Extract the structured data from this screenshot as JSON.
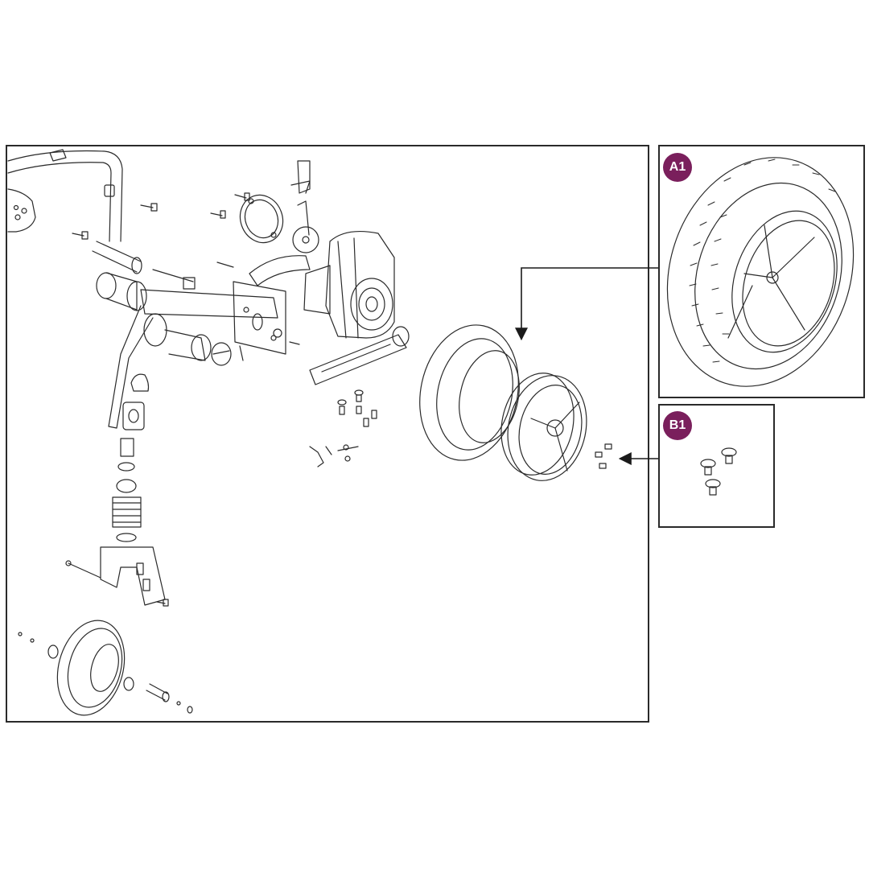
{
  "callouts": {
    "a1": {
      "label": "A1",
      "target": "rear-drive-wheel-assembly"
    },
    "b1": {
      "label": "B1",
      "target": "wheel-mounting-screws"
    }
  },
  "colors": {
    "badge": "#7a1f5c",
    "line": "#2a2a2a",
    "background": "#ffffff"
  },
  "icons": {
    "a1_detail": "wheel-tire-icon",
    "b1_detail": "screw-icon"
  }
}
